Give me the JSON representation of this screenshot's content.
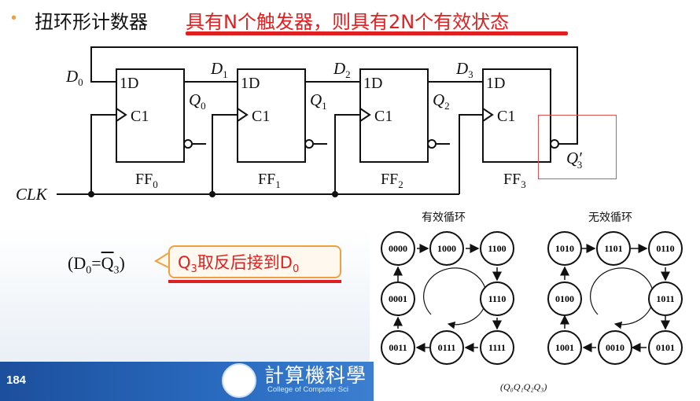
{
  "header": {
    "bullet": "•",
    "title": "扭环形计数器",
    "highlight": "具有N个触发器，则具有2N个有效状态"
  },
  "circuit": {
    "d_labels": [
      "D",
      "D",
      "D",
      "D"
    ],
    "d_subs": [
      "0",
      "1",
      "2",
      "3"
    ],
    "q_labels": [
      "Q",
      "Q",
      "Q",
      "Q"
    ],
    "q_subs": [
      "0",
      "1",
      "2",
      "3"
    ],
    "q3_prime": "′",
    "ff_labels": [
      "FF",
      "FF",
      "FF",
      "FF"
    ],
    "ff_subs": [
      "0",
      "1",
      "2",
      "3"
    ],
    "pin_d": "1D",
    "pin_c": "C1",
    "clk": "CLK"
  },
  "equation": {
    "open": "(D",
    "sub_d": "0",
    "eq": "=",
    "q": "Q",
    "sub_q": "3",
    "close": ")"
  },
  "callout": {
    "q": "Q",
    "sub_q": "3",
    "mid": "取反后接到D",
    "sub_d": "0"
  },
  "state_diagram": {
    "valid_title": "有效循环",
    "invalid_title": "无效循环",
    "valid_states": [
      "0000",
      "1000",
      "1100",
      "1110",
      "1111",
      "0111",
      "0011",
      "0001"
    ],
    "invalid_states": [
      "1010",
      "1101",
      "0110",
      "1011",
      "0101",
      "0010",
      "1001",
      "0100"
    ],
    "caption": "(Q₀Q₁Q₂Q₃)"
  },
  "footer": {
    "page_number": "184",
    "college_cn": "計算機科學",
    "college_en": "College of Computer Sci"
  },
  "colors": {
    "accent_red": "#e02020",
    "bullet_orange": "#f0a040",
    "footer_blue": "#1c4f9c"
  }
}
